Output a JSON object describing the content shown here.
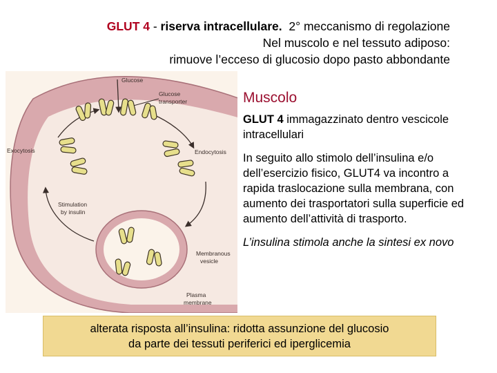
{
  "header": {
    "glut_label": "GLUT 4",
    "dash": " - ",
    "title_bold": "riserva intracellulare.",
    "title_rest": "  2° meccanismo di regolazione",
    "line2": "Nel muscolo e nel tessuto adiposo:",
    "line3": "rimuove l’ecceso di glucosio dopo pasto abbondante"
  },
  "figure": {
    "labels": {
      "glucose": "Glucose",
      "glucose_transporter_1": "Glucose",
      "glucose_transporter_2": "transporter",
      "exocytosis": "Exocytosis",
      "endocytosis": "Endocytosis",
      "stimulation_1": "Stimulation",
      "stimulation_2": "by insulin",
      "membranous_1": "Membranous",
      "membranous_2": "vesicle",
      "plasma_1": "Plasma",
      "plasma_2": "membrane"
    },
    "colors": {
      "membrane": "#c79aa0",
      "transporter": "#e7df8c",
      "transporter_outline": "#3d3326"
    }
  },
  "content": {
    "heading": "Muscolo",
    "p1_glut": "GLUT 4",
    "p1_rest": " immagazzinato dentro vescicole intracellulari",
    "p2": "In seguito allo stimolo dell’insulina e/o dell’esercizio fisico, GLUT4 va incontro a rapida traslocazione sulla membrana, con aumento dei trasportatori sulla superficie ed aumento dell’attività di trasporto.",
    "p3": "L’insulina stimola anche la sintesi ex novo"
  },
  "footer": {
    "line1": "alterata risposta all’insulina: ridotta assunzione del glucosio",
    "line2": "da parte dei tessuti periferici ed iperglicemia"
  }
}
